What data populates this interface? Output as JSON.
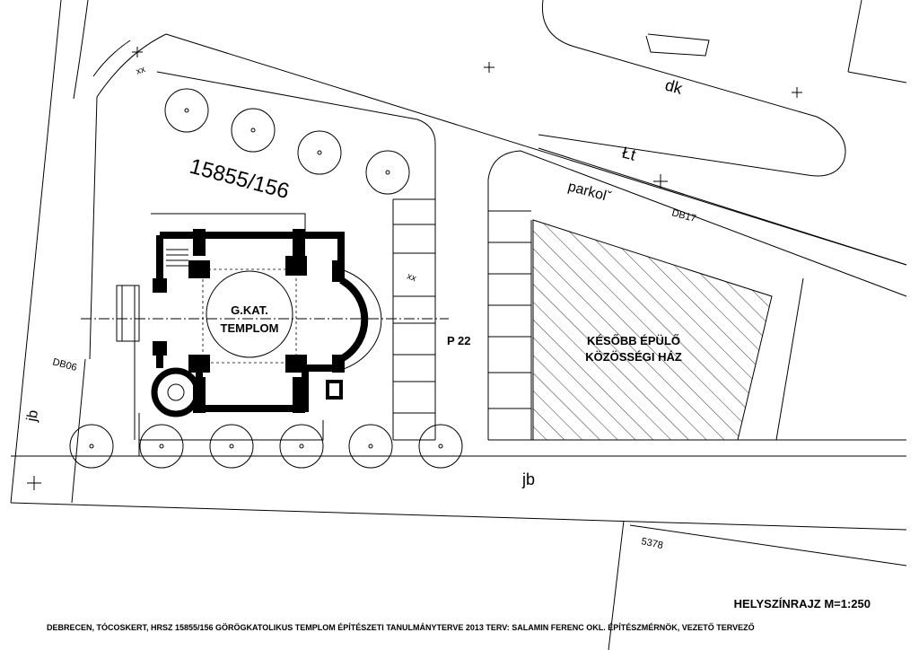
{
  "labels": {
    "parcel_number": "15855/156",
    "street_dk": "dk",
    "street_lt": "Łt",
    "parking": "parkolˇ",
    "point_db17": "DB17",
    "point_db06": "DB06",
    "jb_left": "jb",
    "jb_bottom": "jb",
    "p22": "P 22",
    "church_line1": "G.KAT.",
    "church_line2": "TEMPLOM",
    "future_line1": "KÉSŐBB ÉPÜLŐ",
    "future_line2": "KÖZÖSSÉGI HÁZ",
    "parcel_5378": "5378",
    "xx_top": "xx",
    "xx_parking": "xx"
  },
  "title_block": {
    "scale_title": "HELYSZÍNRAJZ M=1:250",
    "footer": "DEBRECEN, TÓCOSKERT, HRSZ 15855/156  GÖRÖGKATOLIKUS TEMPLOM ÉPÍTÉSZETI TANULMÁNYTERVE  2013  TERV:  SALAMIN FERENC  OKL. ÉPÍTÉSZMÉRNÖK, VEZETŐ TERVEZŐ"
  },
  "colors": {
    "line": "#000000",
    "background": "#ffffff"
  }
}
